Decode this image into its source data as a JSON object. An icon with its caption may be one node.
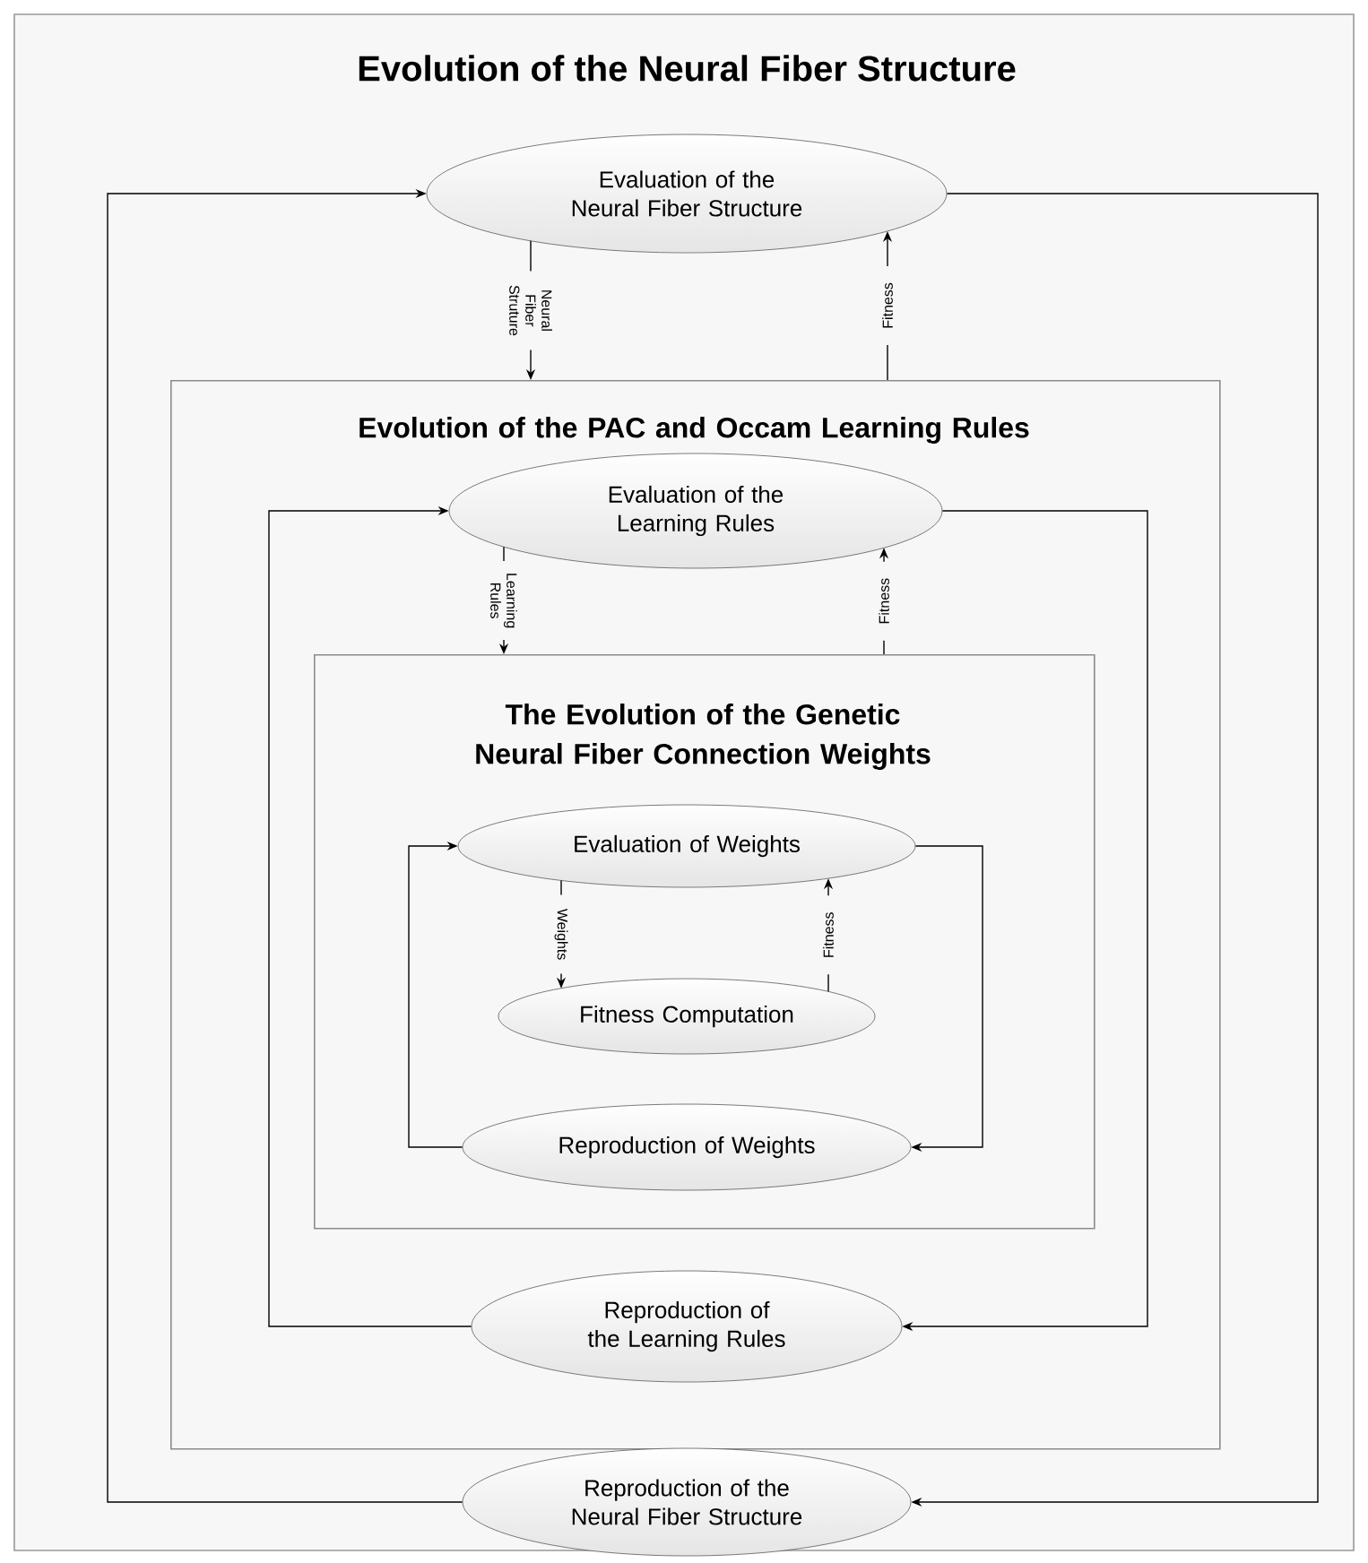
{
  "diagram": {
    "title": "Evolution of the Neural Fiber Structure",
    "nodes": [
      {
        "text": [
          "Evaluation of the Neural Fiber Structure"
        ]
      },
      {
        "text": [
          "Evolution of the PAC and Occam Learning Rules"
        ]
      },
      {
        "text": [
          "Evaluation of the Learning Rules"
        ],
        "in": 1
      },
      {
        "text": [
          "The Evolution of the Genetic Neural Fiber Connection Weights"
        ],
        "in": 1
      },
      {
        "text": [
          "Evaluation of Weights"
        ],
        "in": 3
      },
      {
        "text": [
          "Fitness Computation"
        ],
        "in": 3
      },
      {
        "text": [
          "Reproduction of Weights"
        ],
        "in": 3
      },
      {
        "text": [
          "Reproduction of the Learning Rules"
        ],
        "in": 1
      },
      {
        "text": [
          "Reproduction of the Neural Fiber Structure"
        ]
      }
    ],
    "edges": [
      {
        "from": 0,
        "to": 1,
        "arrow": "to",
        "label": "Neural Fiber Struture"
      },
      {
        "from": 1,
        "to": 0,
        "arrow": "to",
        "label": "Fitness"
      },
      {
        "from": 2,
        "to": 3,
        "arrow": "to",
        "label": "Learning Rules"
      },
      {
        "from": 3,
        "to": 2,
        "arrow": "to",
        "label": "Fitness"
      },
      {
        "from": 4,
        "to": 5,
        "arrow": "to",
        "label": "Weights"
      },
      {
        "from": 5,
        "to": 4,
        "arrow": "to",
        "label": "Fitness"
      },
      {
        "from": 4,
        "to": 6,
        "arrow": "to"
      },
      {
        "from": 6,
        "to": 4,
        "arrow": "to"
      },
      {
        "from": 2,
        "to": 7,
        "arrow": "to"
      },
      {
        "from": 7,
        "to": 2,
        "arrow": "to"
      },
      {
        "from": 0,
        "to": 8,
        "arrow": "to"
      },
      {
        "from": 8,
        "to": 0,
        "arrow": "to"
      }
    ]
  }
}
